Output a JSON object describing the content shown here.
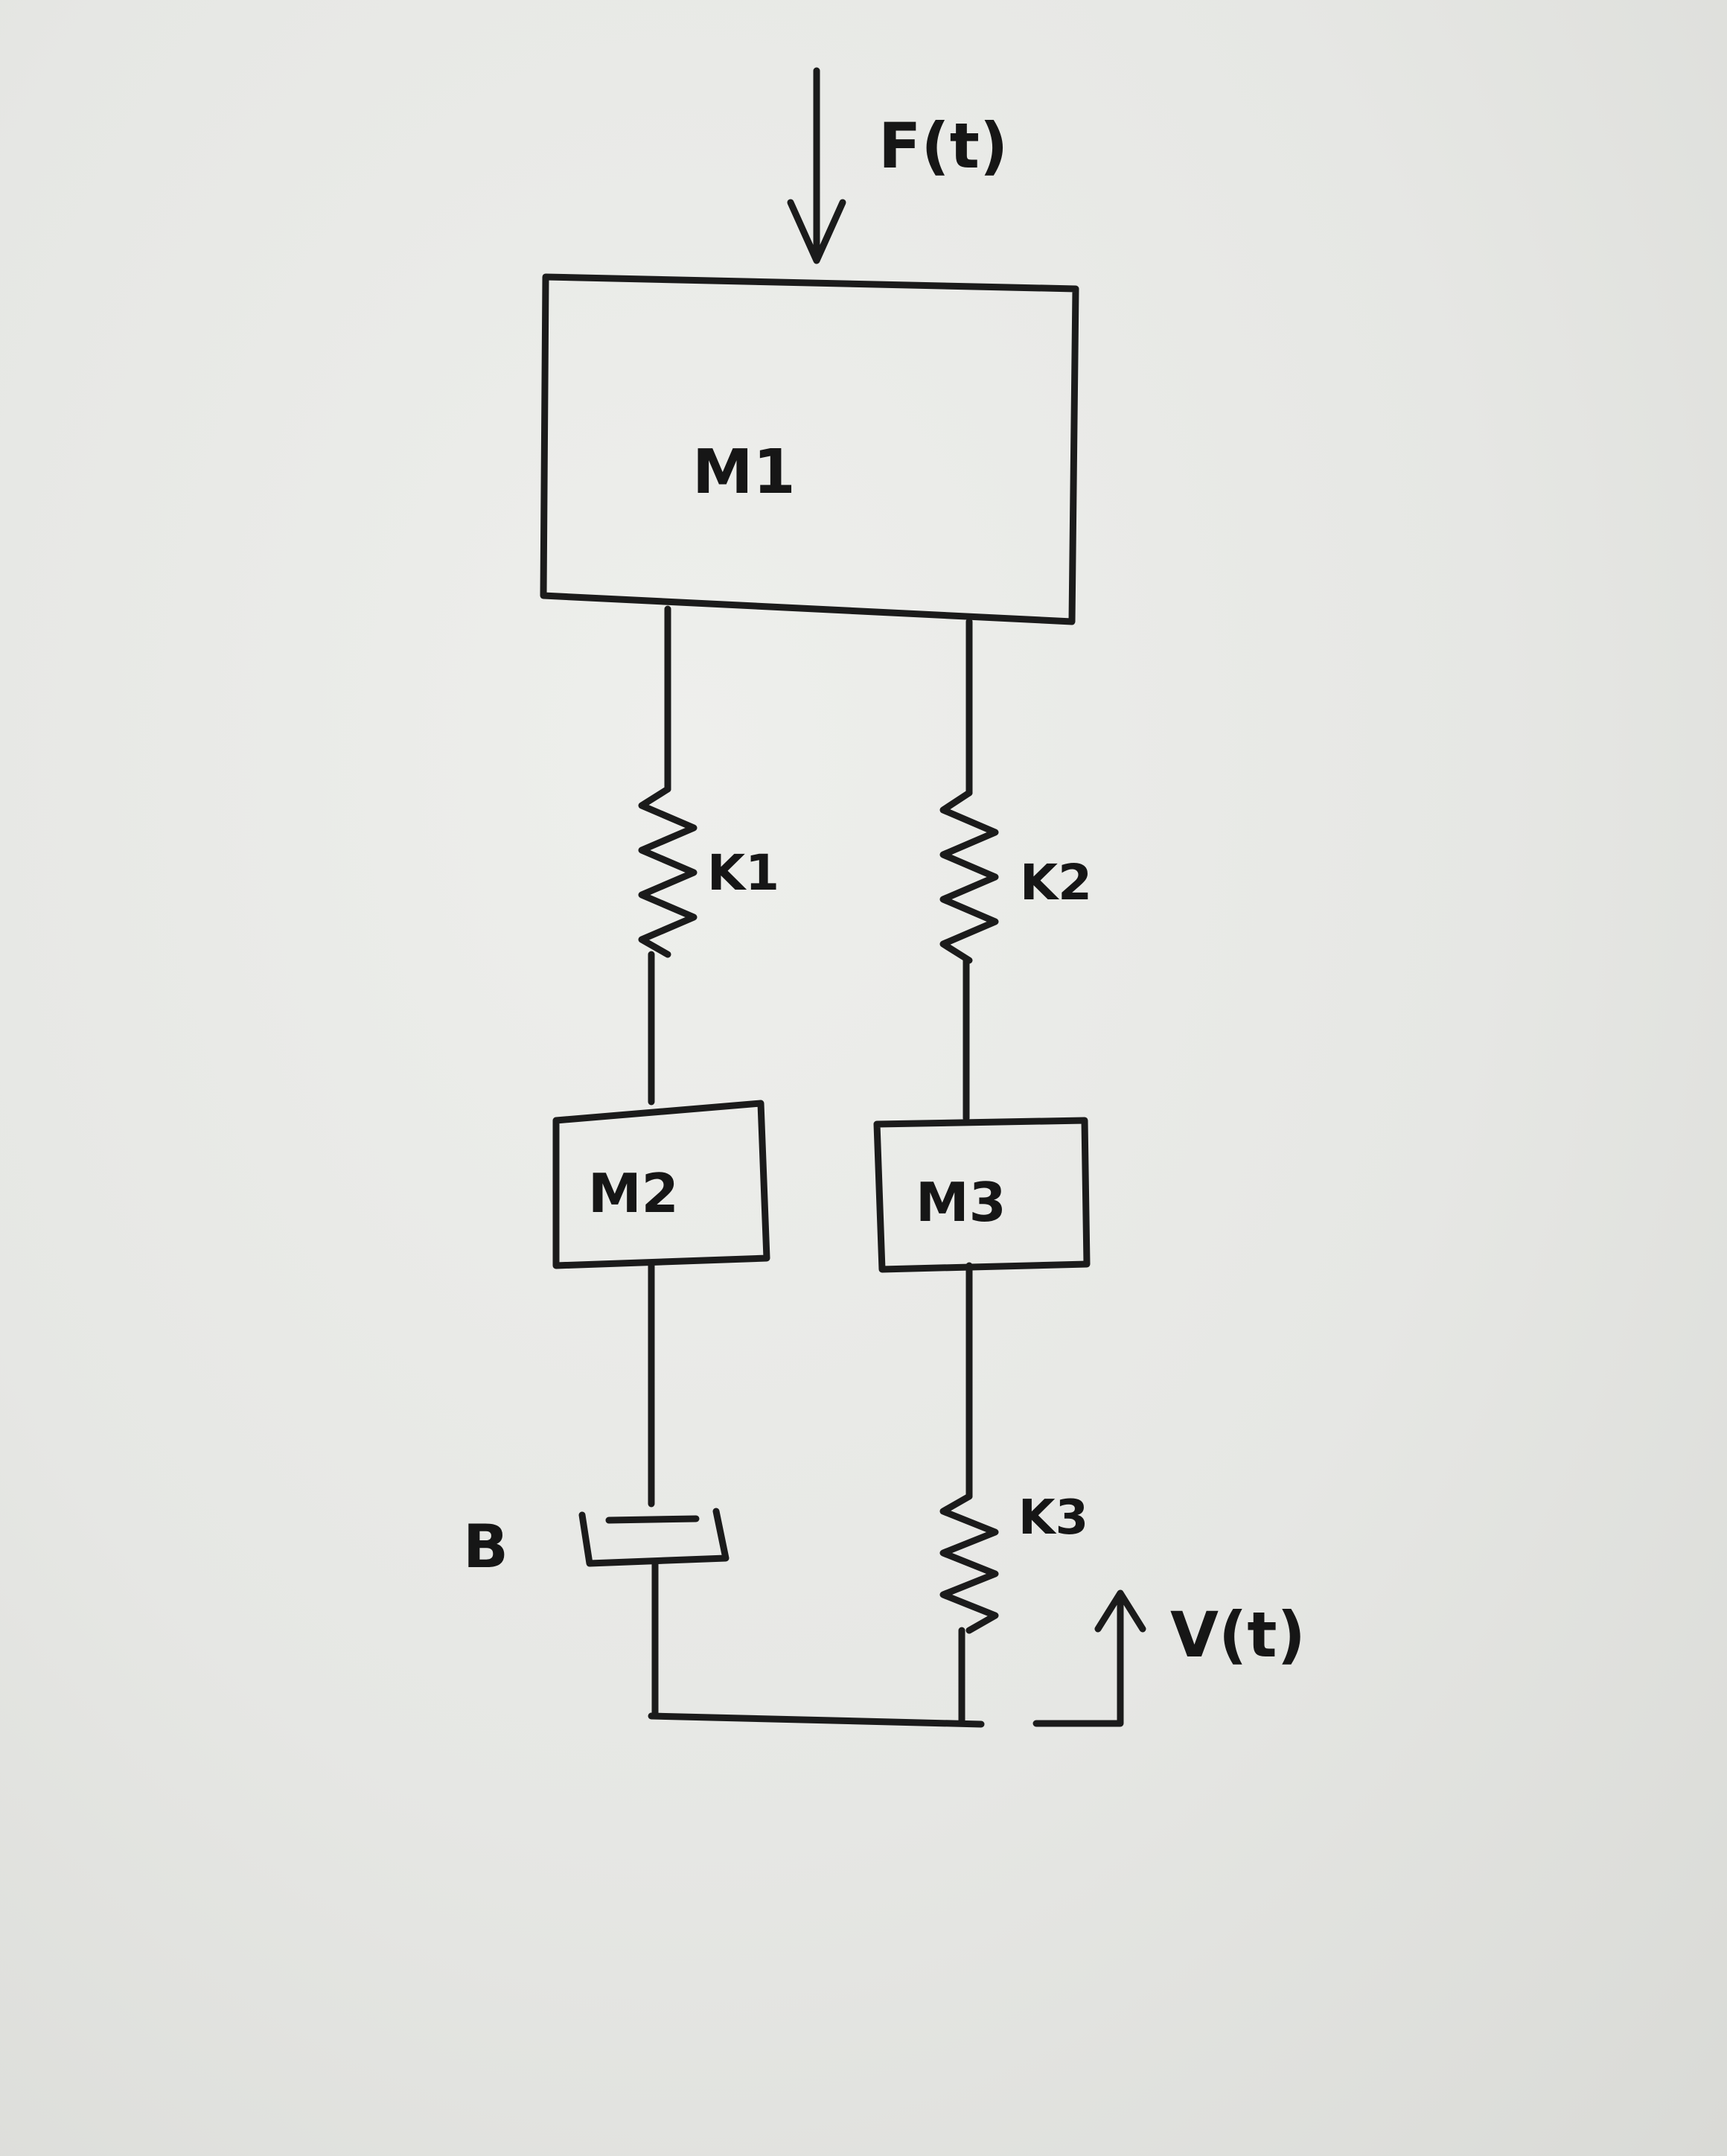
{
  "force_label": "F(t)",
  "velocity_label": "V(t)",
  "masses": {
    "m1": "M1",
    "m2": "M2",
    "m3": "M3"
  },
  "springs": {
    "k1": "K1",
    "k2": "K2",
    "k3": "K3"
  },
  "damper": {
    "b": "B"
  }
}
